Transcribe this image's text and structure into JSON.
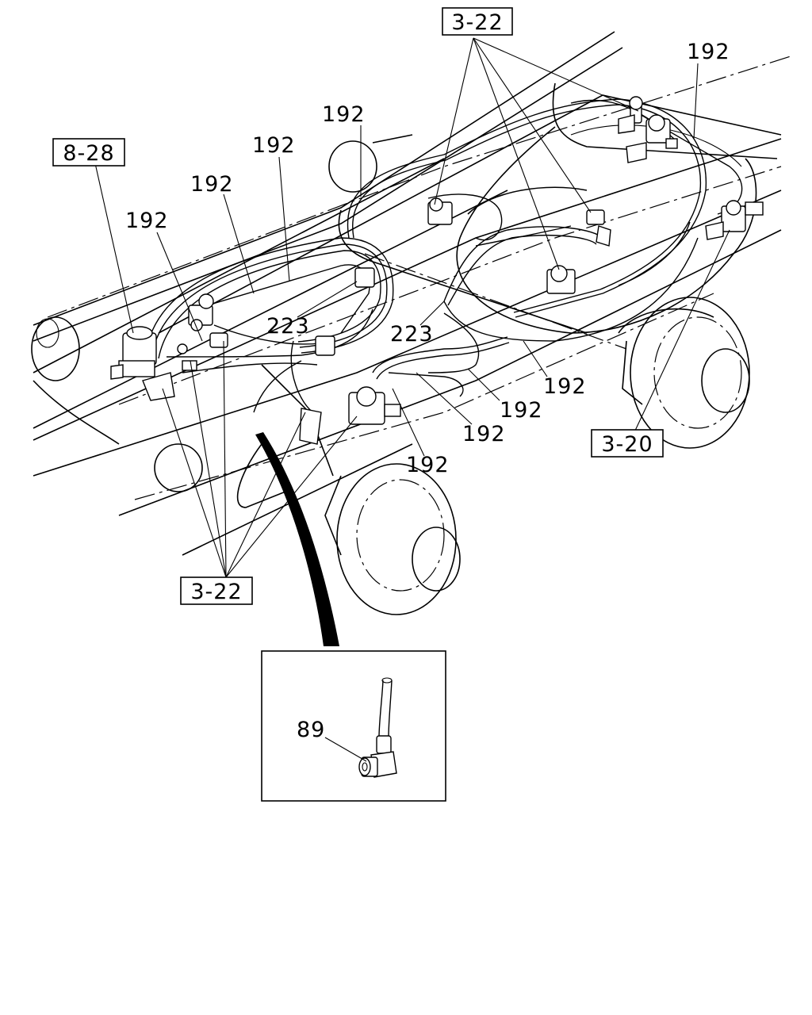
{
  "callouts": {
    "ref_3_22_top": "3-22",
    "ref_8_28": "8-28",
    "ref_3_20": "3-20",
    "ref_3_22_bottom": "3-22"
  },
  "part_numbers": {
    "p192_a": "192",
    "p192_b": "192",
    "p192_c": "192",
    "p192_d": "192",
    "p192_e": "192",
    "p192_f": "192",
    "p192_g": "192",
    "p192_h": "192",
    "p192_i": "192",
    "p223_a": "223",
    "p223_b": "223"
  },
  "detail": {
    "part_89": "89"
  }
}
